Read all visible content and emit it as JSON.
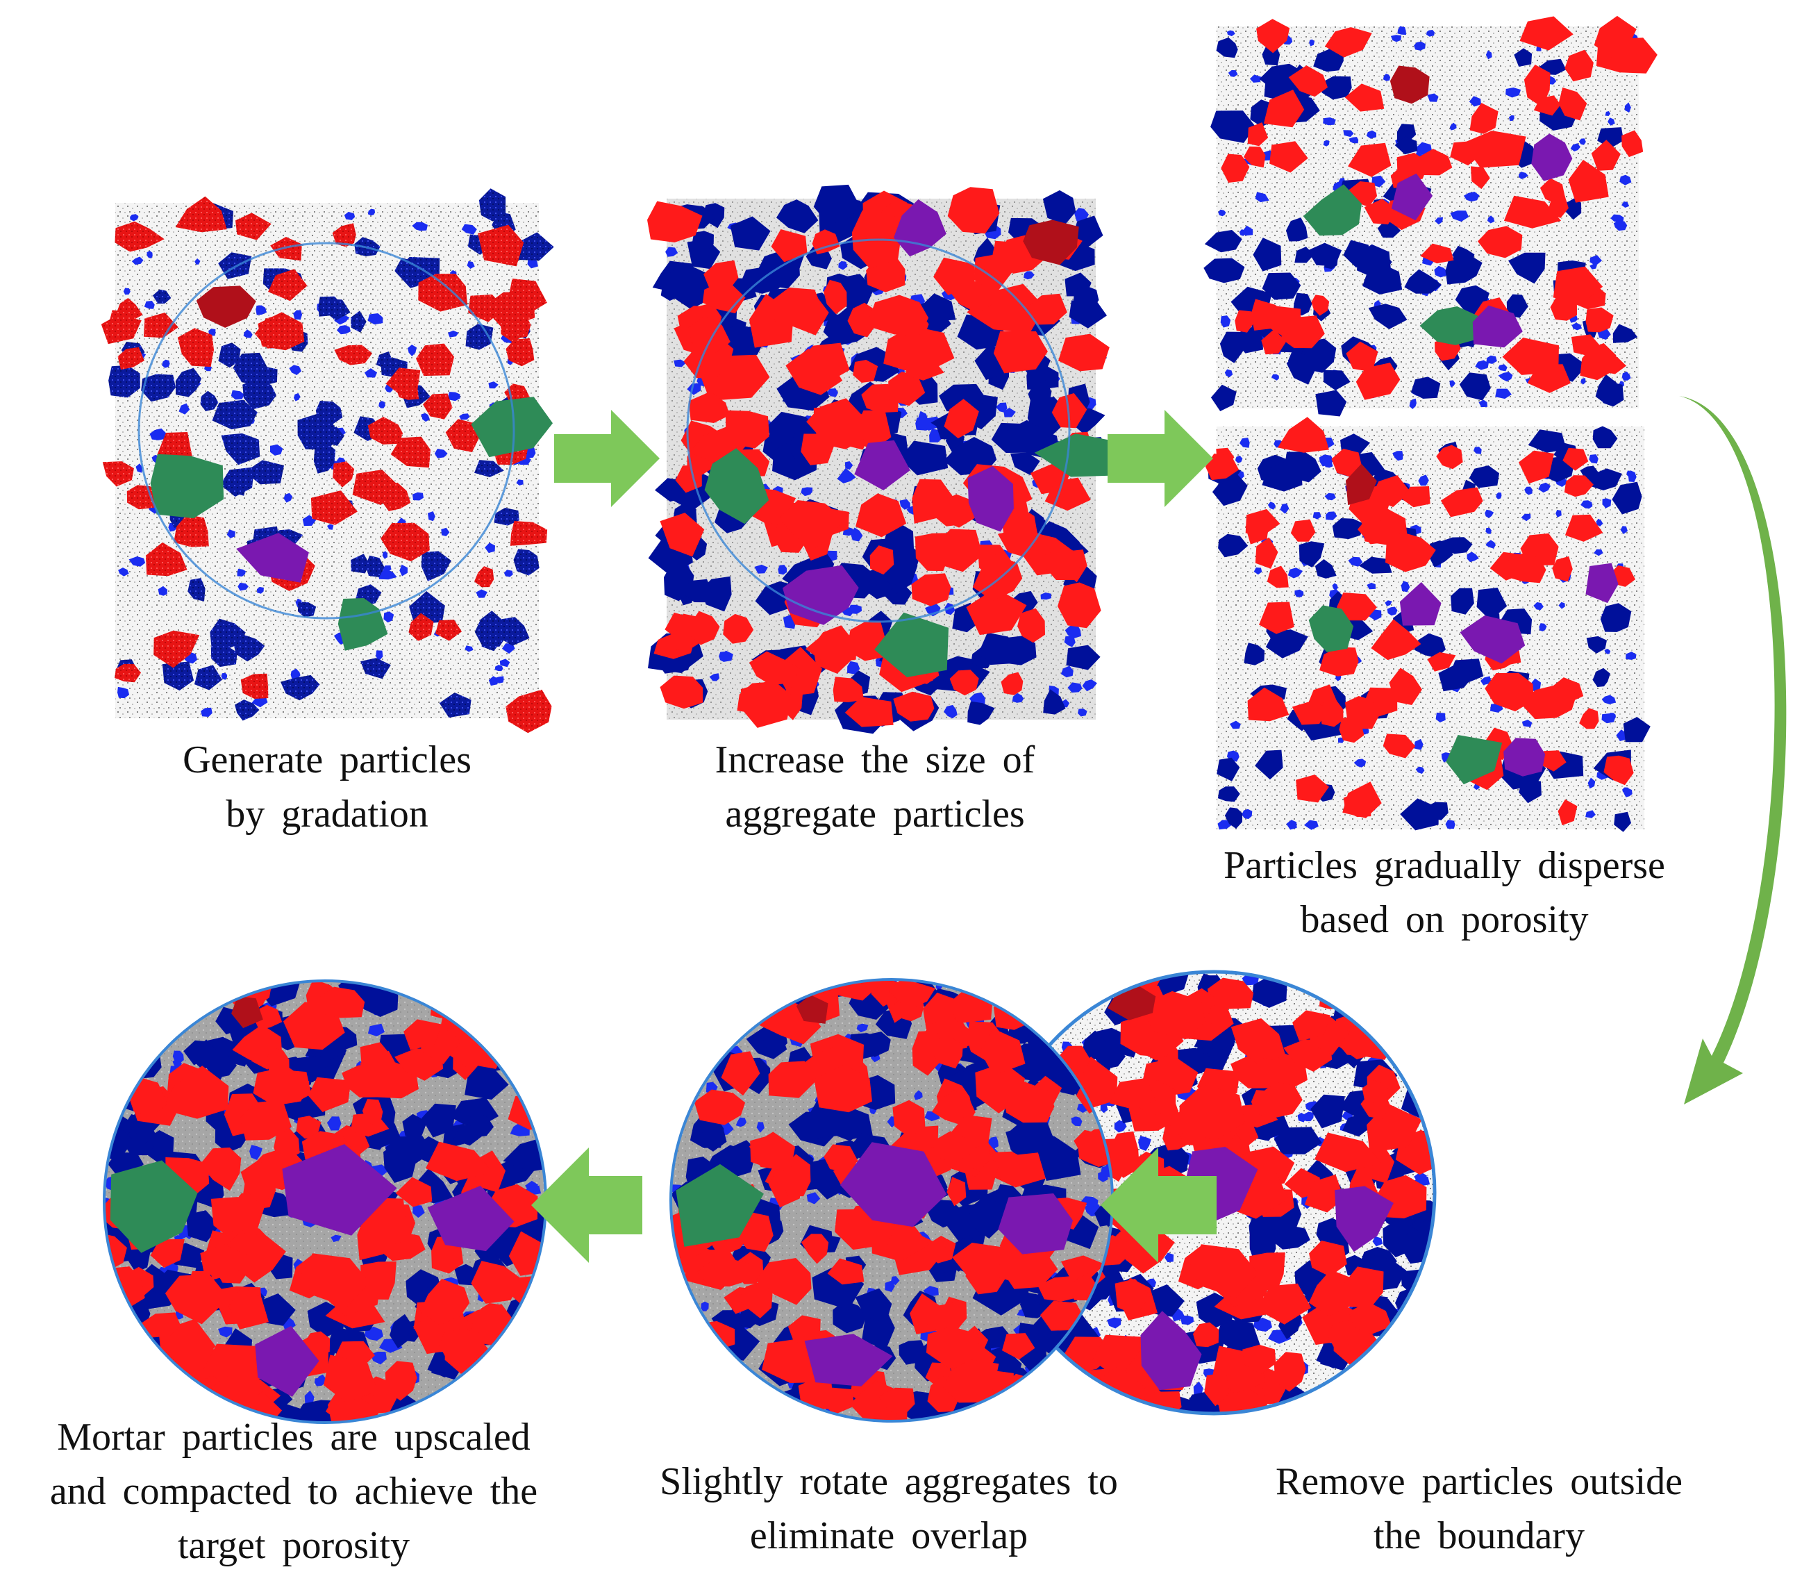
{
  "steps": [
    {
      "id": "generate",
      "shape": "square",
      "lines": [
        "Generate particles",
        "by gradation"
      ]
    },
    {
      "id": "increase",
      "shape": "square",
      "lines": [
        "Increase the size of",
        "aggregate particles"
      ]
    },
    {
      "id": "disperse",
      "shape": "square-pair",
      "lines": [
        "Particles gradually disperse",
        "based on porosity"
      ]
    },
    {
      "id": "remove",
      "shape": "circle",
      "lines": [
        "Remove particles outside",
        "the boundary"
      ]
    },
    {
      "id": "rotate",
      "shape": "circle",
      "lines": [
        "Slightly rotate aggregates to",
        "eliminate overlap"
      ]
    },
    {
      "id": "upscale",
      "shape": "circle",
      "lines": [
        "Mortar particles are upscaled",
        "and compacted to achieve the",
        "target porosity"
      ]
    }
  ],
  "flow_arrows": [
    {
      "from": "generate",
      "to": "increase",
      "direction": "right"
    },
    {
      "from": "increase",
      "to": "disperse",
      "direction": "right"
    },
    {
      "from": "disperse",
      "to": "remove",
      "direction": "curved-down"
    },
    {
      "from": "remove",
      "to": "rotate",
      "direction": "left"
    },
    {
      "from": "rotate",
      "to": "upscale",
      "direction": "left"
    }
  ],
  "colors": {
    "coarse_aggregate_red": "#ff1a1a",
    "coarse_aggregate_darkred": "#b0101a",
    "aggregate_navy": "#00109a",
    "fine_blue": "#1a2cf0",
    "large_purple": "#7a18b0",
    "large_green": "#2e8b57",
    "mortar_grey": "#a9a9a9",
    "boundary_blue": "#3a86d6",
    "arrow_green": "#7ec85a",
    "curve_arrow_green": "#6fb24a"
  }
}
